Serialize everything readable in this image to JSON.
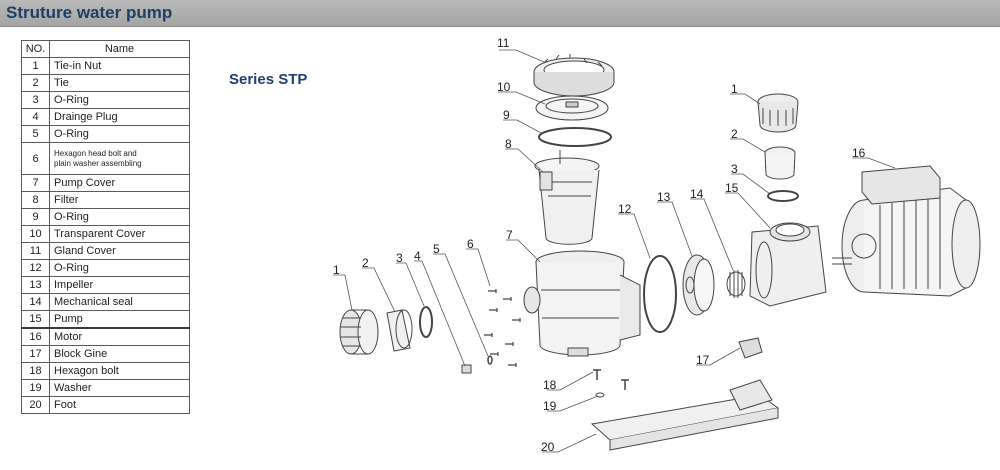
{
  "header": {
    "title": "Struture water pump"
  },
  "series_label": "Series STP",
  "parts_table": {
    "headers": {
      "no": "NO.",
      "name": "Name"
    },
    "rows": [
      {
        "no": "1",
        "name": "Tie-in Nut"
      },
      {
        "no": "2",
        "name": "Tie"
      },
      {
        "no": "3",
        "name": "O-Ring"
      },
      {
        "no": "4",
        "name": "Drainge Plug"
      },
      {
        "no": "5",
        "name": "O-Ring"
      },
      {
        "no": "6",
        "name": "Hexagon head bolt and",
        "name_line2": "plain washer assembling"
      },
      {
        "no": "7",
        "name": "Pump Cover"
      },
      {
        "no": "8",
        "name": "Filter"
      },
      {
        "no": "9",
        "name": "O-Ring"
      },
      {
        "no": "10",
        "name": "Transparent Cover"
      },
      {
        "no": "11",
        "name": "Gland Cover"
      },
      {
        "no": "12",
        "name": "O-Ring"
      },
      {
        "no": "13",
        "name": "Impeller"
      },
      {
        "no": "14",
        "name": "Mechanical seal"
      },
      {
        "no": "15",
        "name": "Pump"
      },
      {
        "no": "16",
        "name": "Motor"
      },
      {
        "no": "17",
        "name": "Block Gine"
      },
      {
        "no": "18",
        "name": "Hexagon bolt"
      },
      {
        "no": "19",
        "name": "Washer"
      },
      {
        "no": "20",
        "name": "Foot"
      }
    ]
  },
  "callouts": {
    "c1a": "1",
    "c2a": "2",
    "c3a": "3",
    "c4": "4",
    "c5": "5",
    "c6": "6",
    "c7": "7",
    "c8": "8",
    "c9": "9",
    "c10": "10",
    "c11": "11",
    "c12": "12",
    "c13": "13",
    "c14": "14",
    "c15": "15",
    "c16": "16",
    "c17": "17",
    "c18": "18",
    "c19": "19",
    "c20": "20",
    "c1b": "1",
    "c2b": "2",
    "c3b": "3"
  },
  "colors": {
    "header_text": "#1d3f66",
    "series_text": "#243d76",
    "header_bar": "#aaaaaa"
  }
}
